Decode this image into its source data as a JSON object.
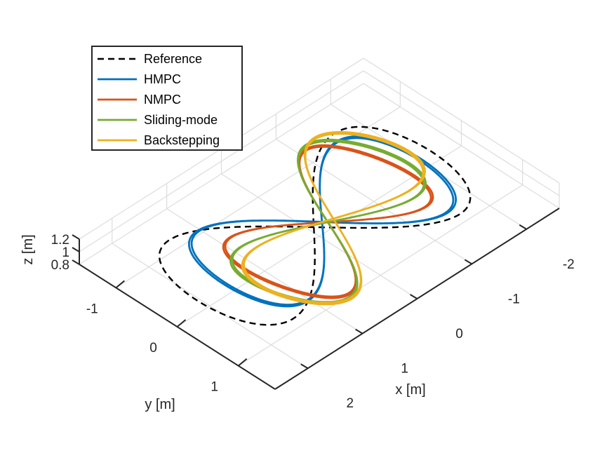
{
  "chart_data": {
    "type": "line",
    "projection": "3d",
    "xlabel": "x [m]",
    "ylabel": "y [m]",
    "zlabel": "z [m]",
    "xlim": [
      -2.6,
      2.6
    ],
    "ylim": [
      -1.6,
      1.6
    ],
    "zlim": [
      0.8,
      1.2
    ],
    "xticks": [
      {
        "v": -2,
        "label": "-2"
      },
      {
        "v": -1,
        "label": "-1"
      },
      {
        "v": 0,
        "label": "0"
      },
      {
        "v": 1,
        "label": "1"
      },
      {
        "v": 2,
        "label": "2"
      }
    ],
    "yticks": [
      {
        "v": -1,
        "label": "-1"
      },
      {
        "v": 0,
        "label": "0"
      },
      {
        "v": 1,
        "label": "1"
      }
    ],
    "zticks": [
      {
        "v": 0.8,
        "label": "0.8"
      },
      {
        "v": 1.0,
        "label": "1"
      },
      {
        "v": 1.2,
        "label": "1.2"
      }
    ],
    "grid": true,
    "legend_position": "top-left",
    "series": [
      {
        "name": "Reference",
        "color": "#000000",
        "style": "dashed",
        "cx": 0.1,
        "cy": 0.0,
        "ax": 2.1,
        "ay": 1.0,
        "shape": [
          0.2,
          0.2
        ],
        "rot": 0.0,
        "loops": 1
      },
      {
        "name": "HMPC",
        "color": "#0072BD",
        "style": "solid",
        "cx": -0.05,
        "cy": 0.0,
        "ax": 1.75,
        "ay": 0.88,
        "shape": [
          0.2,
          0.2
        ],
        "rot": 0.0,
        "loops": 2
      },
      {
        "name": "NMPC",
        "color": "#D95319",
        "style": "solid",
        "cx": -0.1,
        "cy": 0.05,
        "ax": 1.4,
        "ay": 0.85,
        "shape": [
          0.22,
          0.22
        ],
        "rot": 0.25,
        "loops": 2
      },
      {
        "name": "Sliding-mode",
        "color": "#77AC30",
        "style": "solid",
        "cx": -0.1,
        "cy": 0.05,
        "ax": 1.55,
        "ay": 0.78,
        "shape": [
          0.2,
          0.2
        ],
        "rot": 0.35,
        "loops": 2
      },
      {
        "name": "Backstepping",
        "color": "#EDB120",
        "style": "solid",
        "cx": -0.2,
        "cy": 0.05,
        "ax": 1.65,
        "ay": 0.72,
        "shape": [
          0.2,
          0.2
        ],
        "rot": 0.4,
        "loops": 2
      }
    ]
  }
}
